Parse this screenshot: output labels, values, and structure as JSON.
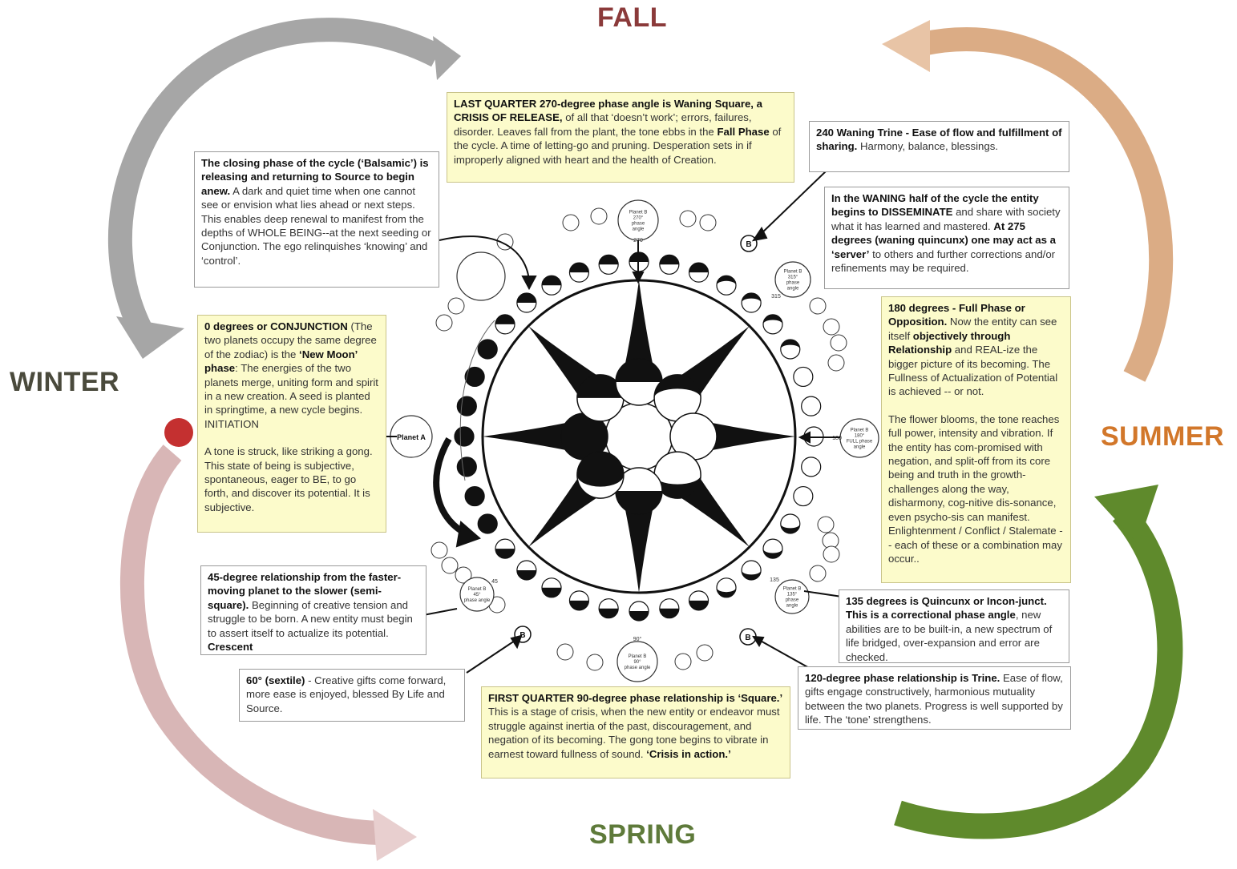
{
  "seasons": {
    "fall": "FALL",
    "winter": "WINTER",
    "summer": "SUMMER",
    "spring": "SPRING"
  },
  "colors": {
    "fall": "#8b3a3a",
    "winter": "#4a4a3c",
    "summer": "#d2772a",
    "spring": "#5e7a3a",
    "arrow_fall": "#a0a0a0",
    "arrow_summer": "#d9a77f",
    "arrow_spring": "#5f8a2c",
    "arrow_winter": "#d8b6b6",
    "red_dot": "#c43030",
    "note_fill": "#fcfbcb"
  },
  "boxes": {
    "last_quarter": {
      "b1": "LAST QUARTER 270-degree phase angle is Waning Square, a CRISIS OF RELEASE,",
      "t1": " of all that ‘doesn’t work’; errors, failures, disorder.  Leaves fall from the plant, the tone ebbs in the ",
      "b2": "Fall Phase",
      "t2": " of the cycle.  A time of letting-go and pruning.  Desperation sets in if improperly aligned with heart and the health of Creation."
    },
    "balsamic": {
      "b1": "The closing phase of the cycle (‘Balsamic’) is releasing and returning to Source to begin anew.",
      "t1": "  A dark and quiet time when one cannot see or envision what lies ahead or next steps. This enables deep renewal to manifest from the depths of WHOLE BEING--at the next seeding or Conjunction.  The ego relinquishes ‘knowing’ and ‘control’."
    },
    "trine240": {
      "b1": "240 Waning Trine - Ease of flow and fulfillment of  sharing.",
      "t1": "  Harmony, balance, blessings."
    },
    "waning": {
      "b1": "In the WANING half of the cycle the entity begins to DISSEMINATE",
      "t1": " and share with society what it has learned and mastered.  ",
      "b2": "At 275 degrees (waning quincunx) one may act as a ‘server’",
      "t2": " to others and further corrections and/or refinements may be required."
    },
    "full": {
      "b1": "180 degrees - Full Phase or Opposition.",
      "t1": "  Now the entity can see itself ",
      "b2": "objectively through Relationship",
      "t2": " and REAL-ize the bigger picture of its becoming. The Fullness of Actualization of Potential is achieved -- or not.",
      "p2": "The flower blooms, the tone reaches full power, intensity and vibration.  If the entity has com-promised with negation, and split-off from its core being and truth in the growth-challenges along the way, disharmony, cog-nitive dis-sonance, even psycho-sis can manifest.  Enlightenment / Conflict  /  Stalemate -- each of these or a combination may occur.."
    },
    "conjunction": {
      "b1": "0 degrees or CONJUNCTION",
      "t1": " (The two planets occupy the same degree of the zodiac) is the ",
      "b2": "‘New Moon’ phase",
      "t2": ":  The energies of the two planets merge, uniting form and spirit in a new creation.  A seed is planted in springtime, a new cycle begins.  INITIATION",
      "p2": "A tone is struck, like striking a gong.  This state of being is subjective, spontaneous, eager to BE, to go forth, and discover its potential.  It is subjective."
    },
    "semisquare": {
      "b1": "45-degree relationship from the faster-moving planet to the slower (semi-square).",
      "t1": "  Beginning of creative tension and struggle to be born.  A new entity must begin to assert itself to actualize its potential.  ",
      "b2": "Crescent"
    },
    "quincunx": {
      "b1": "135 degrees is Quincunx or Incon-junct.  This is a correctional phase angle",
      "t1": ", new abilities are to be built-in, a new spectrum of life bridged, over-expansion and error are checked."
    },
    "sextile": {
      "b1": "60° (sextile)",
      "t1": " - Creative gifts come forward, more ease is enjoyed, blessed By Life and Source."
    },
    "trine120": {
      "b1": "120-degree phase relationship is Trine.",
      "t1": "  Ease of flow, gifts engage constructively, harmonious mutuality between the two planets.  Progress is well supported by life. The ‘tone’ strengthens."
    },
    "first_quarter": {
      "b1": "FIRST QUARTER 90-degree phase relationship is ‘Square.’",
      "t1": "  This is a stage of crisis, when the new entity or endeavor must struggle against inertia of the past, discouragement, and negation of its becoming. The gong tone begins to vibrate in earnest toward fullness of sound.  ",
      "b2": "‘Crisis in action.’"
    }
  },
  "planets": {
    "planet_a": "Planet A",
    "b_label": "B",
    "b270": [
      "Planet B",
      "270°",
      "phase",
      "angle"
    ],
    "b180": [
      "Planet B",
      "180°",
      "FULL phase",
      "angle"
    ],
    "b90": [
      "Planet B",
      "90°",
      "phase angle"
    ],
    "b315": [
      "Planet B",
      "315°",
      "phase",
      "angle"
    ],
    "b135": [
      "Planet B",
      "135°",
      "phase",
      "angle"
    ],
    "b45": [
      "Planet B",
      "45°",
      "phase angle"
    ]
  },
  "wheel_labels": {
    "deg_270": "270",
    "deg_180": "180",
    "deg_90": "90°",
    "deg_315": "315",
    "deg_135": "135",
    "deg_45": "45"
  }
}
